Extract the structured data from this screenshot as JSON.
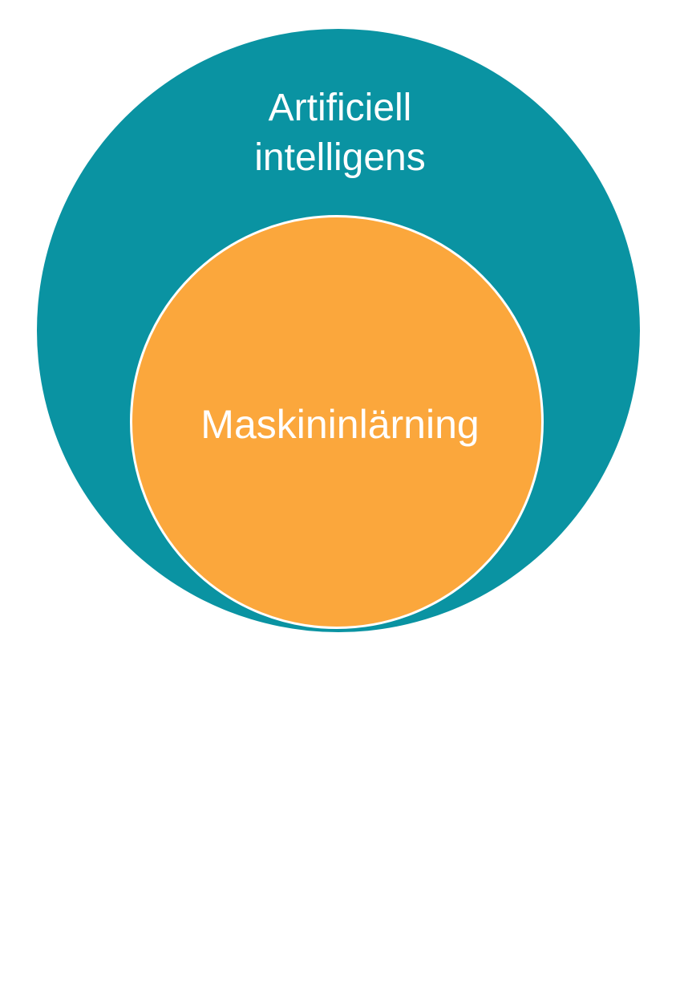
{
  "diagram": {
    "outer": {
      "label_line1": "Artificiell",
      "label_line2": "intelligens",
      "color": "#0a93a2"
    },
    "inner": {
      "label": "Maskininlärning",
      "color": "#fba73c"
    }
  }
}
